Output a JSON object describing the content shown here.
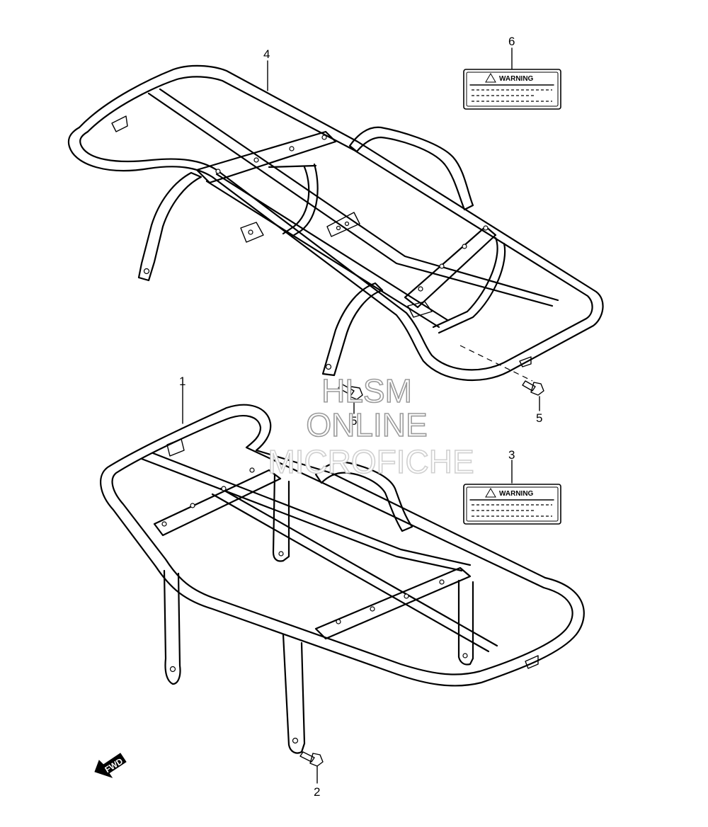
{
  "callouts": {
    "part_1": "1",
    "part_2": "2",
    "part_3": "3",
    "part_4": "4",
    "part_5_upper": "5",
    "part_5_lower": "5",
    "part_6": "6"
  },
  "warning_labels": {
    "upper_text": "WARNING",
    "lower_text": "WARNING"
  },
  "watermark": {
    "line1": "HLSM",
    "line2": "ONLINE",
    "line3": "MICROFICHE"
  },
  "fwd_arrow": {
    "text": "FWD"
  },
  "colors": {
    "line": "#000000",
    "background": "#ffffff",
    "watermark": "#9a9a9a"
  }
}
